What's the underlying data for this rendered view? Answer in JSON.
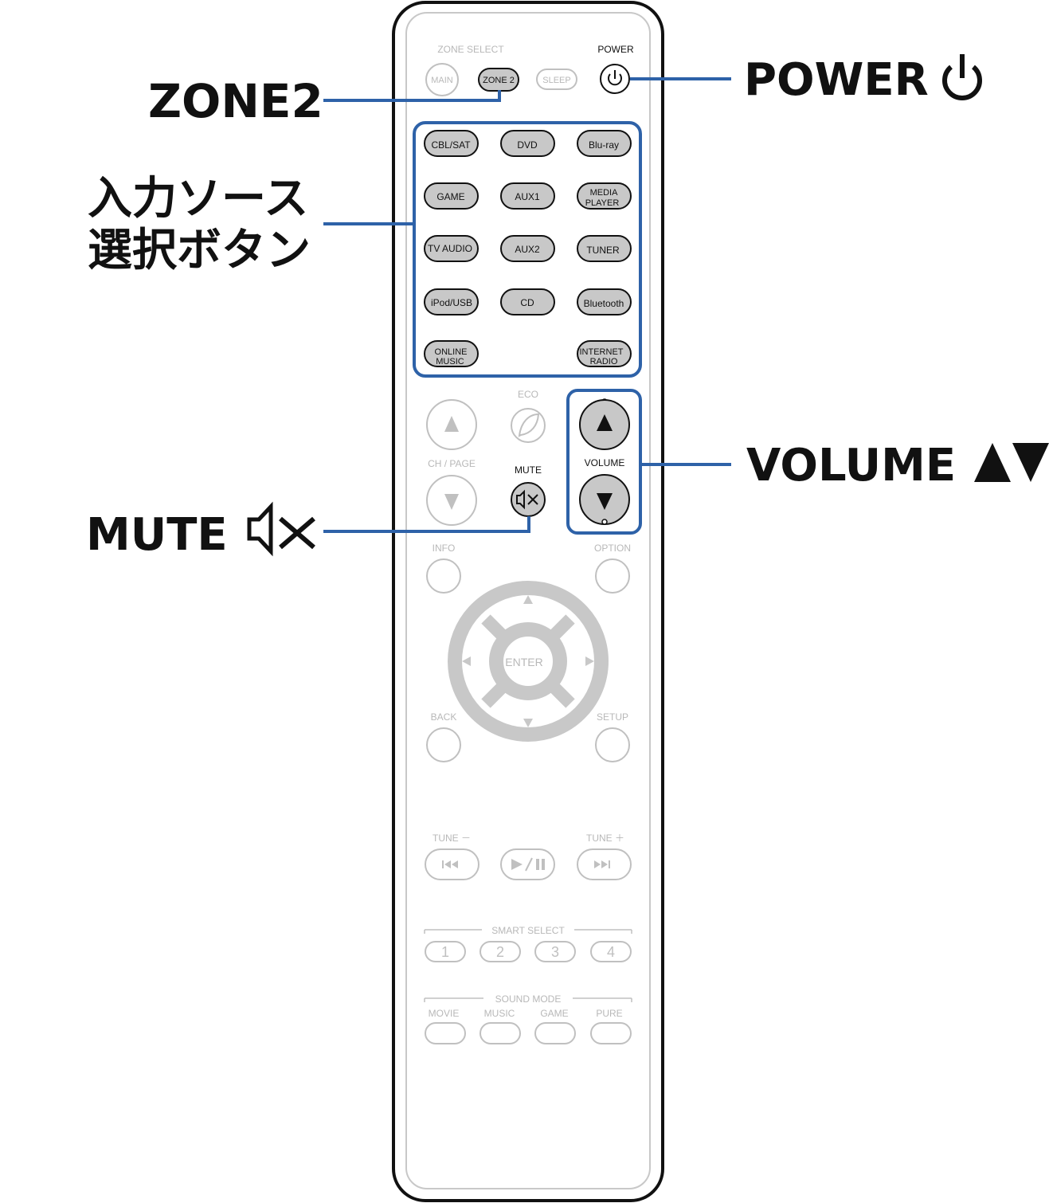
{
  "callouts": {
    "zone2": "ZONE2",
    "input_line1": "入力ソース",
    "input_line2": "選択ボタン",
    "mute": "MUTE",
    "power": "POWER",
    "volume": "VOLUME"
  },
  "remote": {
    "zone_select_label": "ZONE SELECT",
    "main": "MAIN",
    "zone_2": "ZONE 2",
    "sleep": "SLEEP",
    "power_label": "POWER",
    "sources": {
      "cbl_sat": "CBL/SAT",
      "dvd": "DVD",
      "bluray": "Blu-ray",
      "game": "GAME",
      "aux1": "AUX1",
      "media_player_1": "MEDIA",
      "media_player_2": "PLAYER",
      "tv_audio": "TV AUDIO",
      "aux2": "AUX2",
      "tuner": "TUNER",
      "ipod_usb": "iPod/USB",
      "cd": "CD",
      "bluetooth": "Bluetooth",
      "online_music_1": "ONLINE",
      "online_music_2": "MUSIC",
      "internet_radio_1": "INTERNET",
      "internet_radio_2": "RADIO"
    },
    "eco": "ECO",
    "ch_page": "CH / PAGE",
    "mute_label": "MUTE",
    "volume_label": "VOLUME",
    "info": "INFO",
    "option": "OPTION",
    "enter": "ENTER",
    "back": "BACK",
    "setup": "SETUP",
    "tune_minus": "TUNE －",
    "tune_plus": "TUNE ＋",
    "smart_select": "SMART SELECT",
    "smart_1": "1",
    "smart_2": "2",
    "smart_3": "3",
    "smart_4": "4",
    "sound_mode": "SOUND MODE",
    "movie": "MOVIE",
    "music": "MUSIC",
    "game_mode": "GAME",
    "pure": "PURE"
  },
  "colors": {
    "highlight_blue": "#2e62a8",
    "active_button": "#c8c8c8",
    "inactive_gray": "#b8b8b8"
  }
}
